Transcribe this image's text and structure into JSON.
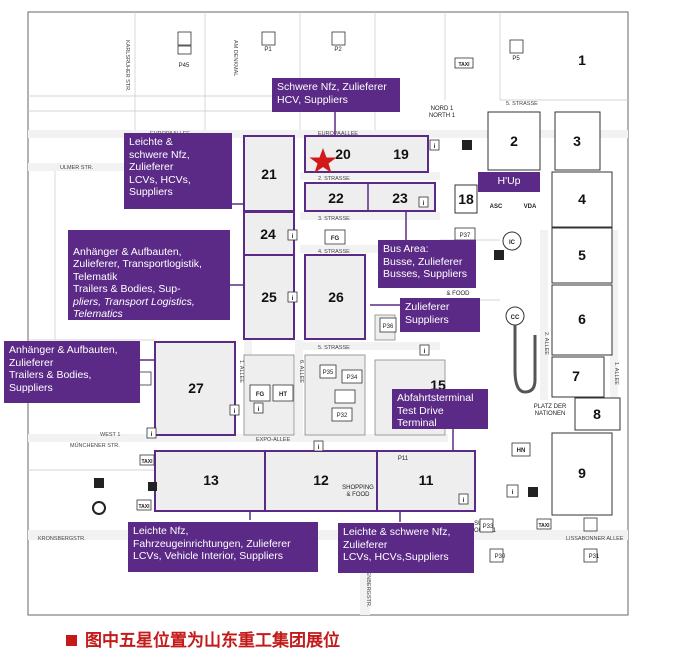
{
  "caption": "图中五星位置为山东重工集团展位",
  "halls": [
    "1",
    "2",
    "3",
    "4",
    "5",
    "6",
    "7",
    "8",
    "9",
    "11",
    "12",
    "13",
    "15",
    "18",
    "19",
    "20",
    "21",
    "22",
    "23",
    "24",
    "25",
    "26",
    "27"
  ],
  "streets": {
    "karlsruher": "KARLSRUHER STR.",
    "am_denkmal": "AM DENKMAL",
    "europaallee_left": "EUROPAALLEE",
    "europaallee_mid": "EUROPAALLEE",
    "ulmer": "ULMER STR.",
    "str5_top": "5. STRASSE",
    "str2": "2. STRASSE",
    "str3": "3. STRASSE",
    "str4": "4. STRASSE",
    "str5_mid": "5. STRASSE",
    "allee1": "1. ALLEE",
    "allee6": "6. ALLEE",
    "allee2": "2. ALLEE",
    "allee1_right": "1. ALLEE",
    "expo": "EXPO-ALLEE",
    "muenchener": "MÜNCHENER STR.",
    "kronsberg": "KRONSBERGSTR.",
    "gutenberg": "GUTENBERGSTR.",
    "lissabonner": "LISSABONNER ALLEE",
    "west": "WEST 1",
    "nord": "NORD 1",
    "north": "NORTH 1",
    "sued": "SÜD 1",
    "south": "SOUTH 1",
    "platz1": "PLATZ DER",
    "platz2": "NATIONEN",
    "shopping1": "SHOPPING",
    "shopping2": "& FOOD",
    "taxi": "TAXI"
  },
  "parking": [
    "P45",
    "P1",
    "P2",
    "P5",
    "P37",
    "P36",
    "P35",
    "P34",
    "P33",
    "P32",
    "P31",
    "P30",
    "P11"
  ],
  "facilities": {
    "fg": "FG",
    "ht": "HT",
    "hn": "HN",
    "ic": "IC",
    "cc": "CC",
    "asc": "ASC",
    "vda": "VDA",
    "info": "i"
  },
  "labels": {
    "schwere": "Schwere Nfz, Zulieferer\nHCV, Suppliers",
    "leichte_schwere_top": "Leichte &\nschwere Nfz,\nZulieferer\nLCVs, HCVs,\nSuppliers",
    "hup": "H'Up",
    "anhaenger_main": "Anhänger & Aufbauten,\nZulieferer, Transportlogistik,\nTelematik\nTrailers & Bodies, Sup-",
    "anhaenger_italic": "pliers, Transport Logistics,\nTelematics",
    "bus": "Bus Area:\nBusse, Zulieferer\nBusses, Suppliers",
    "zulieferer": "Zulieferer\nSuppliers",
    "anhaenger_left": "Anhänger & Aufbauten,\nZulieferer\nTrailers & Bodies,\nSuppliers",
    "abfahrt": "Abfahrtsterminal\nTest Drive\nTerminal",
    "leichte_bottom": "Leichte Nfz,\nFahrzeugeinrichtungen, Zulieferer\nLCVs, Vehicle Interior, Suppliers",
    "leichte_schwere_bottom": "Leichte & schwere Nfz,\nZulieferer\nLCVs, HCVs,Suppliers"
  },
  "colors": {
    "purple": "#5b2a86",
    "star": "#d21a1a",
    "caption": "#c41a1a",
    "hall_fill": "#eeeeee",
    "roof": "#d9d9d9"
  }
}
